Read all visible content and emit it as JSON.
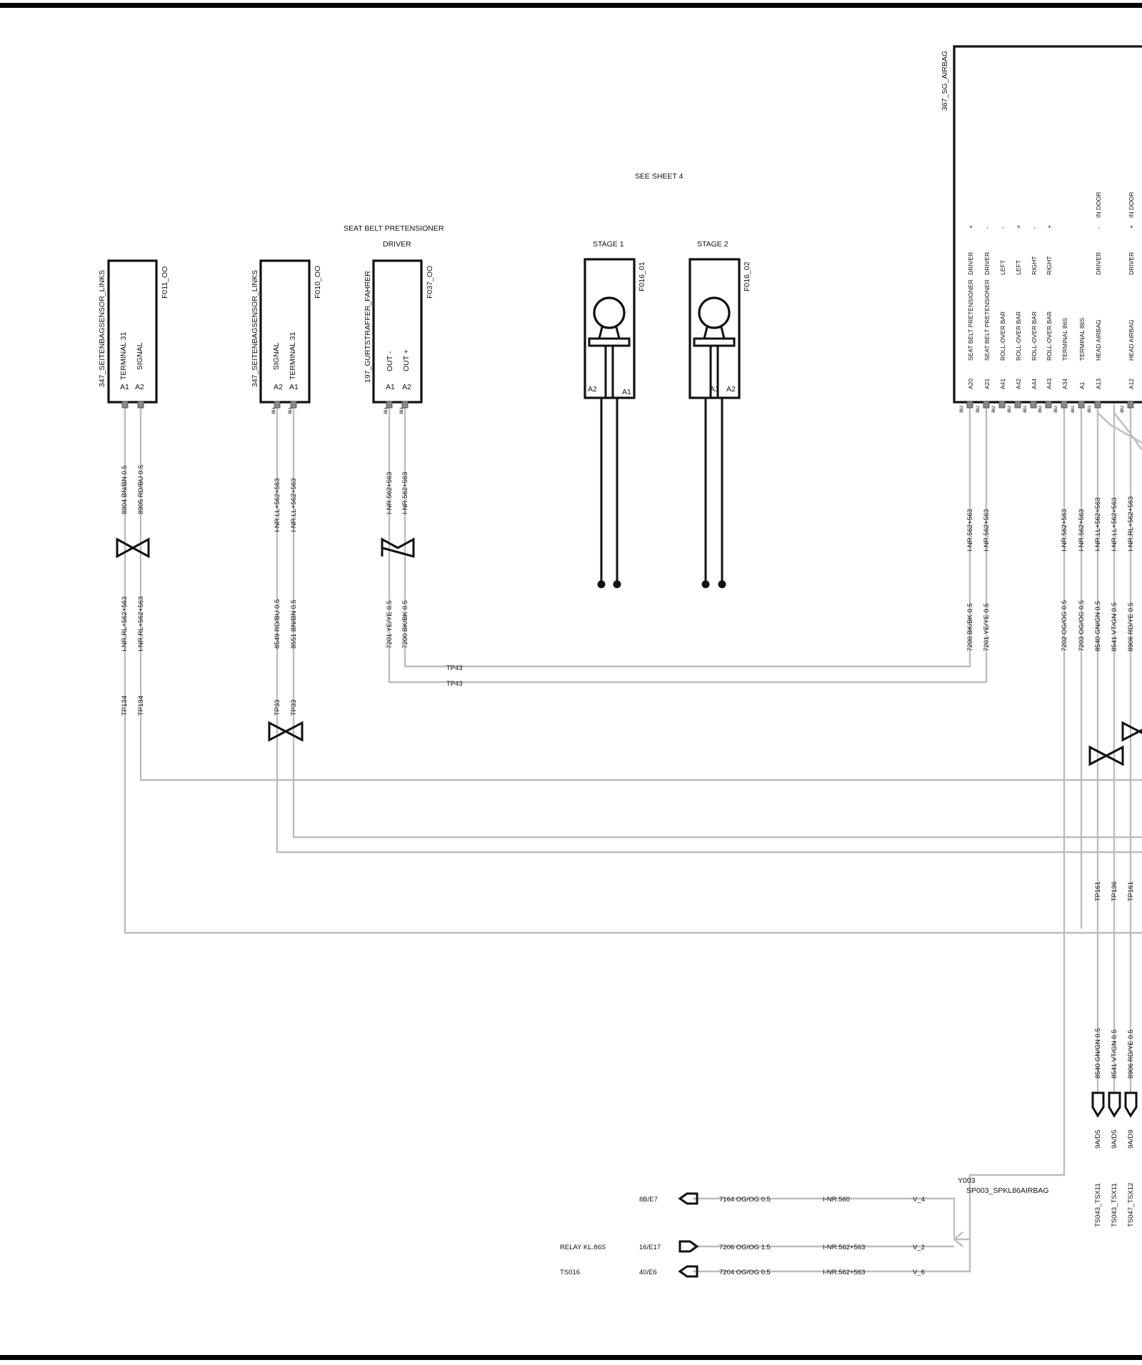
{
  "title_sheet": "SEE SHEET 4",
  "pretensioner": {
    "header": "SEAT BELT PRETENSIONER",
    "sub": "DRIVER"
  },
  "components": [
    {
      "id": "F011_OO",
      "name": "347_SEITENBAGSENSOR_LINKS",
      "funcs": [
        "TERMINAL 31",
        "SIGNAL"
      ],
      "pins": [
        "A1",
        "A2"
      ]
    },
    {
      "id": "F010_OO",
      "name": "347_SEITENBAGSENSOR_LINKS",
      "funcs": [
        "SIGNAL",
        "TERMINAL 31"
      ],
      "pins": [
        "A2",
        "A1"
      ]
    },
    {
      "id": "F037_OO",
      "name": "197_GURTSTRAFFER_FAHRER",
      "funcs": [
        "OUT -",
        "OUT +"
      ],
      "pins": [
        "A1",
        "A2"
      ]
    }
  ],
  "stages": [
    {
      "label": "STAGE 1",
      "id": "F016_01",
      "pins": [
        "A2",
        "A1"
      ]
    },
    {
      "label": "STAGE 2",
      "id": "F016_02",
      "pins": [
        "A1",
        "A2"
      ]
    }
  ],
  "airbag": {
    "name": "367_SG_AIRBAG",
    "pins": [
      {
        "pin": "A20",
        "desc": "SEAT BELT PRETENSIONER",
        "side": "DRIVER",
        "pol": "+"
      },
      {
        "pin": "A21",
        "desc": "SEAT BELT PRETENSIONER",
        "side": "DRIVER",
        "pol": "-"
      },
      {
        "pin": "A41",
        "desc": "ROLL-OVER BAR",
        "side": "LEFT",
        "pol": "-"
      },
      {
        "pin": "A42",
        "desc": "ROLL-OVER BAR",
        "side": "LEFT",
        "pol": "+"
      },
      {
        "pin": "A44",
        "desc": "ROLL-OVER BAR",
        "side": "RIGHT",
        "pol": "-"
      },
      {
        "pin": "A43",
        "desc": "ROLL-OVER BAR",
        "side": "RIGHT",
        "pol": "+"
      },
      {
        "pin": "A34",
        "desc": "TERMINAL 86S",
        "side": "",
        "pol": ""
      },
      {
        "pin": "A1",
        "desc": "TERMINAL 86S",
        "side": "",
        "pol": ""
      },
      {
        "pin": "A13",
        "desc": "HEAD AIRBAG",
        "side": "DRIVER",
        "pol": "-",
        "extra": "IN DOOR"
      },
      {
        "pin": "A12",
        "desc": "HEAD AIRBAG",
        "side": "DRIVER",
        "pol": "+",
        "extra": "IN DOOR"
      }
    ]
  },
  "pin_material": "au",
  "wires": {
    "f011": [
      "8904 BN/BN 0.5",
      "8905 RD/BU 0.5"
    ],
    "f011_lower": [
      "I-NR.RL+562+563",
      "I-NR.RL+562+563"
    ],
    "f010": [
      "I-NR.LL+562+563",
      "I-NR.LL+562+563"
    ],
    "f010_lower": [
      "8549 RD/BU 0.5",
      "8551 BN/BN 0.5"
    ],
    "f037": [
      "I-NR.562+563",
      "I-NR.562+563"
    ],
    "f037_lower": [
      "7201 YE/YE 0.5",
      "7200 BK/BK 0.5"
    ],
    "ab_upper": [
      "I-NR.562+563",
      "I-NR.562+563"
    ],
    "ab_lower": [
      "7200 BK/BK 0.5",
      "7201 YE/YE 0.5"
    ],
    "ab_right_upper": [
      "I-NR.562+563",
      "I-NR.562+563",
      "I-NR.LL+562+563",
      "I-NR.LL+562+563",
      "I-NR.RL+562+563"
    ],
    "ab_right_lower": [
      "7202 OG/OG 0.5",
      "7203 OG/OG 0.5",
      "8540 GN/GN 0.5",
      "8541 VT/GN 0.5",
      "8906 RD/YE 0.5"
    ],
    "tp134": [
      "TP134",
      "TP134"
    ],
    "tp33": [
      "TP33",
      "TP33"
    ],
    "tp43": [
      "TP43",
      "TP43"
    ],
    "tp161": [
      "TP161",
      "TP136",
      "TP161"
    ],
    "bottom_right_wires": [
      "8540 GN/GN 0.5",
      "8541 VT/GN 0.5",
      "8906 RD/YE 0.5"
    ],
    "bottom_right_refs": [
      "9A/D5",
      "9A/D5",
      "9A/D9"
    ],
    "bottom_right_ts": [
      "TS043_TSX11",
      "TS043_TSX11",
      "TS047_TSX12"
    ]
  },
  "splice": {
    "id": "Y003",
    "name": "SP003_SPKL86AIRBAG"
  },
  "splice_lines": [
    {
      "left": "",
      "ref": "8B/E7",
      "wire": "7164 OG/OG 0.5",
      "inr": "I-NR.560",
      "v": "V_4"
    },
    {
      "left": "RELAY KL.86S",
      "ref": "16/E17",
      "wire": "7206 OG/OG 1.5",
      "inr": "I-NR.562+563",
      "v": "V_2"
    },
    {
      "left": "TS016",
      "ref": "40/E6",
      "wire": "7204 OG/OG 0.5",
      "inr": "I-NR.562+563",
      "v": "V_6"
    }
  ]
}
